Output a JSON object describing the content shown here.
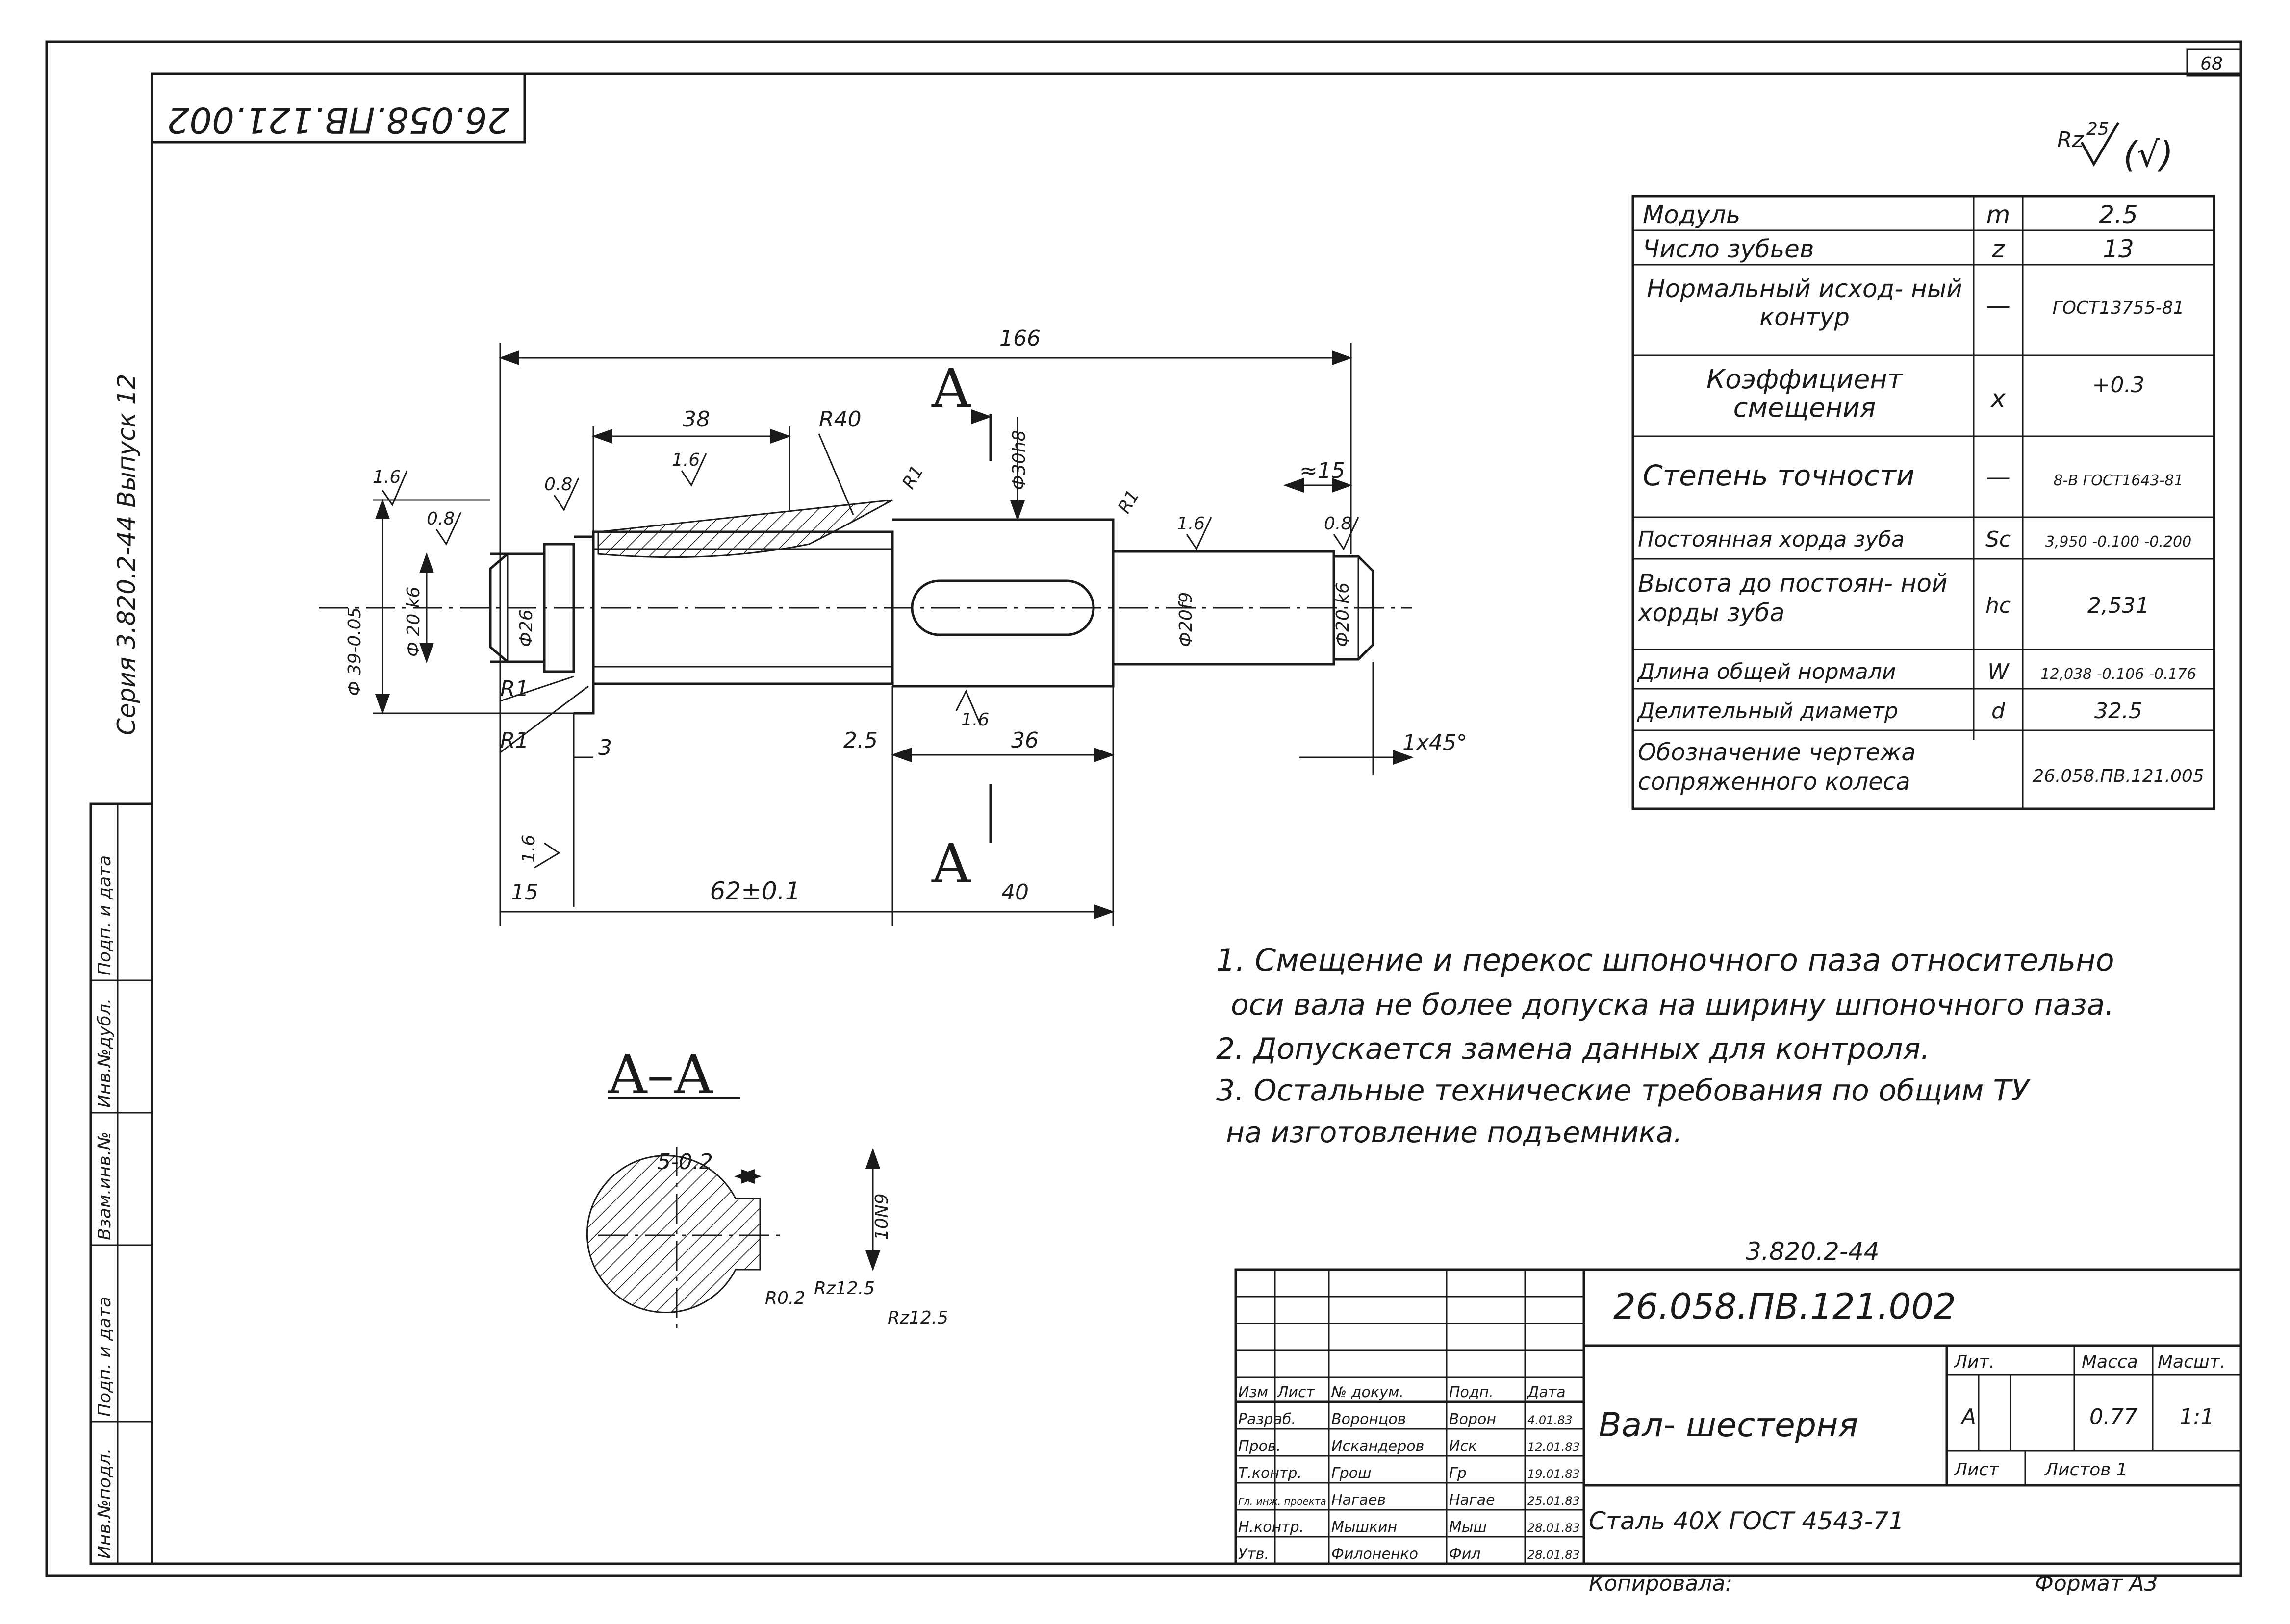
{
  "sheet": {
    "page_number": "68",
    "corner_code": "26.058.ПВ.121.002",
    "series": "Серия 3.820.2-44 Выпуск 12",
    "roughness_general_value": "25",
    "roughness_general_param": "Rz",
    "roughness_general_paren": "(√)"
  },
  "gear_params": [
    {
      "label": "Модуль",
      "sym": "m",
      "value": "2.5"
    },
    {
      "label": "Число зубьев",
      "sym": "z",
      "value": "13"
    },
    {
      "label": "Нормальный исход- ный контур",
      "sym": "—",
      "value": "ГОСТ13755-81"
    },
    {
      "label": "Коэффициент смещения",
      "sym": "x",
      "value": "+0.3"
    },
    {
      "label": "Степень точности",
      "sym": "—",
      "value": "8-B ГОСТ1643-81"
    },
    {
      "label": "Постоянная хорда зуба",
      "sym": "Sc",
      "value": "3,950 -0.100 -0.200"
    },
    {
      "label": "Высота до постоян- ной хорды зуба",
      "sym": "hc",
      "value": "2,531"
    },
    {
      "label": "Длина общей нормали",
      "sym": "W",
      "value": "12,038 -0.106 -0.176"
    },
    {
      "label": "Делительный диаметр",
      "sym": "d",
      "value": "32.5"
    },
    {
      "label": "Обозначение чертежа сопряженного колеса",
      "sym": "",
      "value": "26.058.ПВ.121.005"
    }
  ],
  "dimensions": {
    "total_length": "166",
    "len_38": "38",
    "r40": "R40",
    "section_letter": "A",
    "d30": "Ф30h8",
    "approx15": "≈15",
    "r1a": "R1",
    "r1b": "R1",
    "r1c": "R1",
    "r1d": "R1",
    "rough16a": "1.6",
    "rough16b": "1.6",
    "rough16c": "1.6",
    "rough16d": "1.6",
    "rough16e": "1.6",
    "rough08a": "0.8",
    "rough08b": "0.8",
    "rough08c": "0.8",
    "d39": "Ф 39-0.05",
    "d20k6": "Ф 20 k6",
    "d26": "Ф26",
    "d20f9": "Ф20f9",
    "d20k6b": "Ф20 k6",
    "dim3": "3",
    "dim25": "2.5",
    "dim36": "36",
    "chamfer": "1x45°",
    "dim15": "15",
    "dim62": "62±0.1",
    "dim40": "40"
  },
  "section": {
    "title": "A–A",
    "width": "5-0.2",
    "depth": "10N9",
    "r02": "R0.2",
    "rz125a": "Rz12.5",
    "rz125b": "Rz12.5"
  },
  "notes": [
    "1. Смещение и перекос шпоночного паза относительно",
    "оси вала не более допуска на ширину шпоночного паза.",
    "2. Допускается замена данных для контроля.",
    "3. Остальные технические требования по общим ТУ",
    "на изготовление подъемника."
  ],
  "title_block": {
    "doc_ref": "3.820.2-44",
    "code": "26.058.ПВ.121.002",
    "name": "Вал- шестерня",
    "material": "Сталь 40Х ГОСТ 4543-71",
    "lit_label": "Лит.",
    "lit_value": "А",
    "mass_label": "Масса",
    "mass_value": "0.77",
    "scale_label": "Масшт.",
    "scale_value": "1:1",
    "sheet_label": "Лист",
    "sheets_label": "Листов 1",
    "col_headers": [
      "Изм",
      "Лист",
      "№ докум.",
      "Подп.",
      "Дата"
    ],
    "rows": [
      {
        "role": "Разраб.",
        "name": "Воронцов",
        "sign": "Ворон",
        "date": "4.01.83"
      },
      {
        "role": "Пров.",
        "name": "Искандеров",
        "sign": "Иск",
        "date": "12.01.83"
      },
      {
        "role": "Т.контр.",
        "name": "Грош",
        "sign": "Гр",
        "date": "19.01.83"
      },
      {
        "role": "Гл. инж. проекта",
        "name": "Нагаев",
        "sign": "Нагае",
        "date": "25.01.83"
      },
      {
        "role": "Н.контр.",
        "name": "Мышкин",
        "sign": "Мыш",
        "date": "28.01.83"
      },
      {
        "role": "Утв.",
        "name": "Филоненко",
        "sign": "Фил",
        "date": "28.01.83"
      }
    ],
    "copied_label": "Копировала:",
    "format_label": "Формат А3"
  },
  "side_stamp": [
    "Инв.№подл.",
    "Подп. и дата",
    "Взам.инв.№",
    "Инв.№дубл.",
    "Подп. и дата"
  ]
}
